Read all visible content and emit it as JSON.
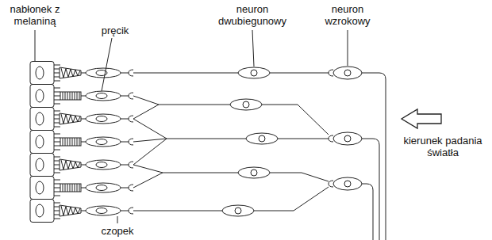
{
  "diagram": {
    "labels": [
      "nabłonek z melaniną",
      "pręcik",
      "neuron dwubiegunowy",
      "neuron wzrokowy",
      "czopek",
      "kierunek padania światła"
    ]
  }
}
